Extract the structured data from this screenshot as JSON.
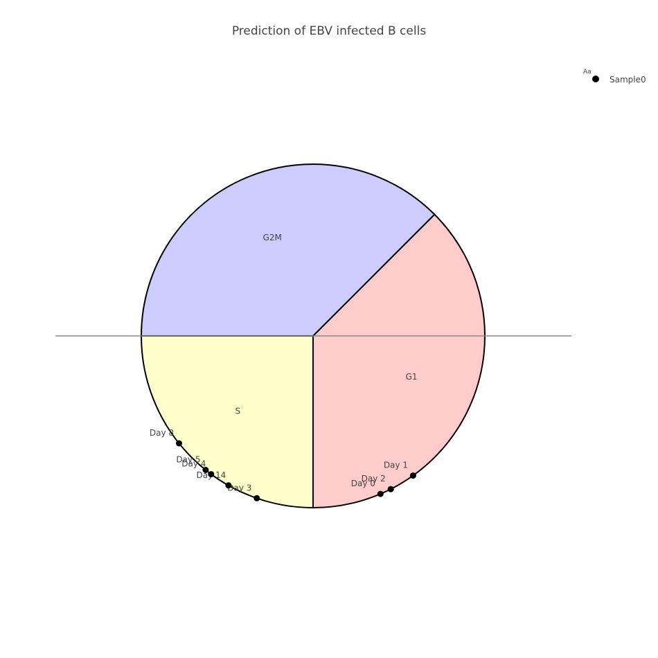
{
  "chart_data": {
    "type": "scatter",
    "title": "Prediction of EBV infected B cells",
    "phases": [
      {
        "name": "G1",
        "color": "#ffcccc",
        "start_deg": -90,
        "end_deg": 45
      },
      {
        "name": "G2M",
        "color": "#ccccff",
        "start_deg": 45,
        "end_deg": 180
      },
      {
        "name": "S",
        "color": "#ffffcc",
        "start_deg": 180,
        "end_deg": 270
      }
    ],
    "series": [
      {
        "name": "Sample0",
        "color": "#000000",
        "points": [
          {
            "label": "Day 0",
            "angle_deg": -66.9
          },
          {
            "label": "Day 2",
            "angle_deg": -63.1
          },
          {
            "label": "Day 1",
            "angle_deg": -54.4
          },
          {
            "label": "Day 3",
            "angle_deg": 250.9
          },
          {
            "label": "Day 14",
            "angle_deg": 240.5
          },
          {
            "label": "Day 4",
            "angle_deg": 233.6
          },
          {
            "label": "Day 5",
            "angle_deg": 231.3
          },
          {
            "label": "Day 8",
            "angle_deg": 218.7
          }
        ]
      }
    ],
    "legend": {
      "position": "top-right",
      "glyph_text": "Aa"
    },
    "reference_line": "horizontal"
  }
}
